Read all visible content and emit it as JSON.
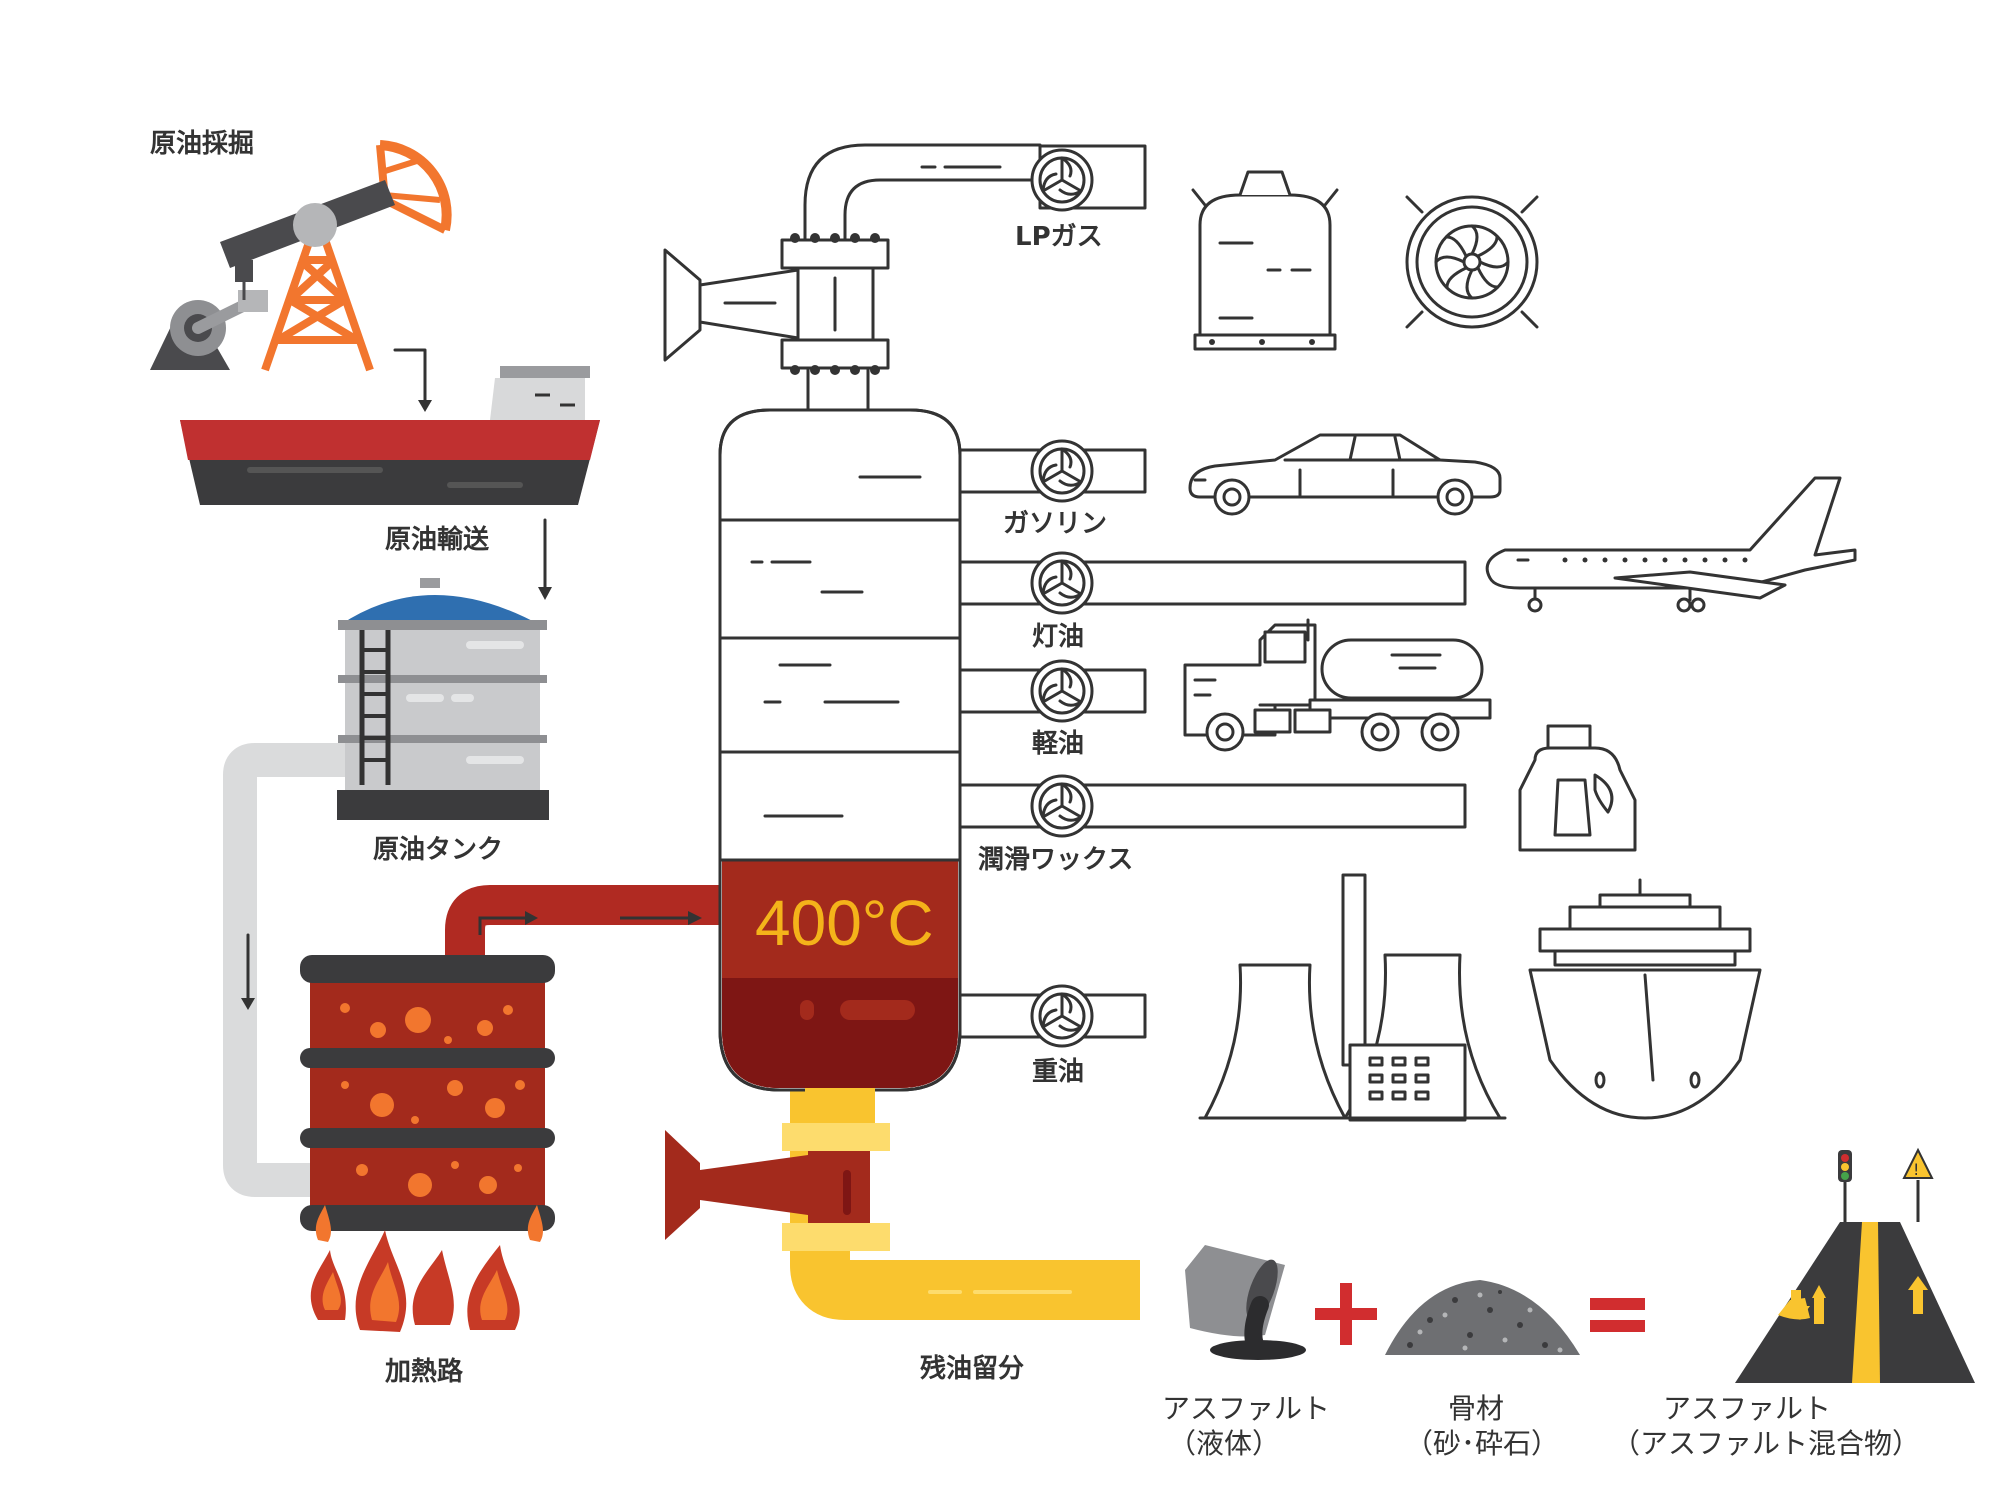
{
  "labels": {
    "oil_drilling": "原油採掘",
    "oil_transport": "原油輸送",
    "oil_tank": "原油タンク",
    "heating_furnace": "加熱路",
    "temperature": "400°C",
    "lp_gas": "LPガス",
    "gasoline": "ガソリン",
    "kerosene": "灯油",
    "diesel": "軽油",
    "lubricant_wax": "潤滑ワックス",
    "heavy_oil": "重油",
    "residue": "残油留分",
    "asphalt_liquid_1": "アスファルト",
    "asphalt_liquid_2": "（液体）",
    "aggregate_1": "骨材",
    "aggregate_2": "（砂･砕石）",
    "asphalt_mix_1": "アスファルト",
    "asphalt_mix_2": "（アスファルト混合物）",
    "plus": "+",
    "equals": "="
  },
  "colors": {
    "outline": "#333333",
    "orange": "#f2762e",
    "ship_red": "#c03030",
    "tank_blue": "#2f6fb0",
    "furnace_red": "#a32a1c",
    "hot_red": "#b02a22",
    "bottom_red": "#7e1614",
    "yellow_pipe": "#f9c42f",
    "grey_pipe": "#dadbdc",
    "asphalt": "#3b3b3d",
    "temp_text": "#f4b31a"
  }
}
